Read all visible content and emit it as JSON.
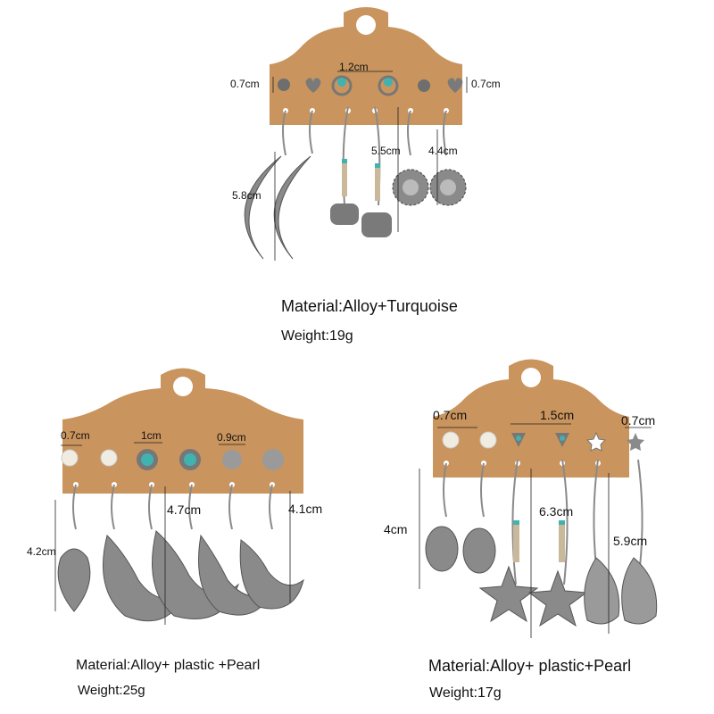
{
  "sets": [
    {
      "dims": [
        "0.7cm",
        "1.2cm",
        "0.7cm",
        "5.5cm",
        "4.4cm",
        "5.8cm"
      ],
      "material_label": "Material:",
      "material_value": "Alloy+Turquoise",
      "weight": "Weight:19g"
    },
    {
      "dims": [
        "0.7cm",
        "1cm",
        "0.9cm",
        "4.7cm",
        "4.1cm",
        "4.2cm"
      ],
      "material_label": "Material:",
      "material_value": "Alloy+ plastic +Pearl",
      "weight": "Weight:25g"
    },
    {
      "dims": [
        "0.7cm",
        "1.5cm",
        "0.7cm",
        "4cm",
        "6.3cm",
        "5.9cm"
      ],
      "material_label": "Material:",
      "material_value": "Alloy+ plastic+Pearl",
      "weight": "Weight:17g"
    }
  ],
  "colors": {
    "card": "#c9945d",
    "silver": "#8a8a8a",
    "silver_dark": "#555555",
    "turquoise": "#3fb3b0",
    "pearl": "#f1ece2"
  }
}
